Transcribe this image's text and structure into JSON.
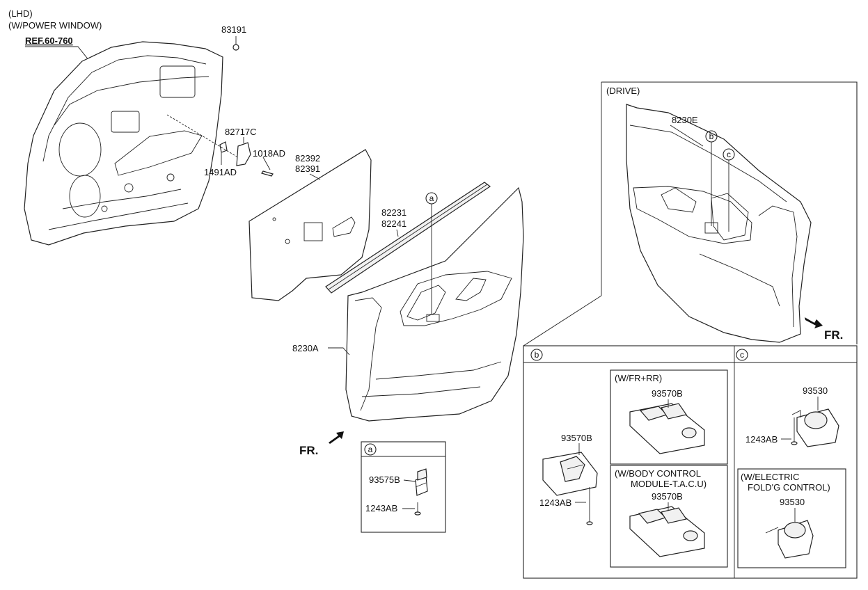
{
  "notes": {
    "lhd": "(LHD)",
    "power_window": "(W/POWER WINDOW)",
    "ref": "REF.60-760"
  },
  "fr_label": "FR.",
  "callouts": {
    "a": "a",
    "b": "b",
    "c": "c"
  },
  "drive": {
    "title": "(DRIVE)"
  },
  "variants": {
    "fr_rr": "(W/FR+RR)",
    "bcm_line1": "(W/BODY CONTROL",
    "bcm_line2": "MODULE-T.A.C.U)",
    "fold_line1": "(W/ELECTRIC",
    "fold_line2": "FOLD'G CONTROL)"
  },
  "labels": {
    "p83191": "83191",
    "p82717C": "82717C",
    "p1018AD": "1018AD",
    "p1491AD": "1491AD",
    "p82392": "82392",
    "p82391": "82391",
    "p82231": "82231",
    "p82241": "82241",
    "p8230A": "8230A",
    "p8230E": "8230E",
    "p93575B": "93575B",
    "p1243AB": "1243AB",
    "p93570B": "93570B",
    "p93530": "93530"
  }
}
